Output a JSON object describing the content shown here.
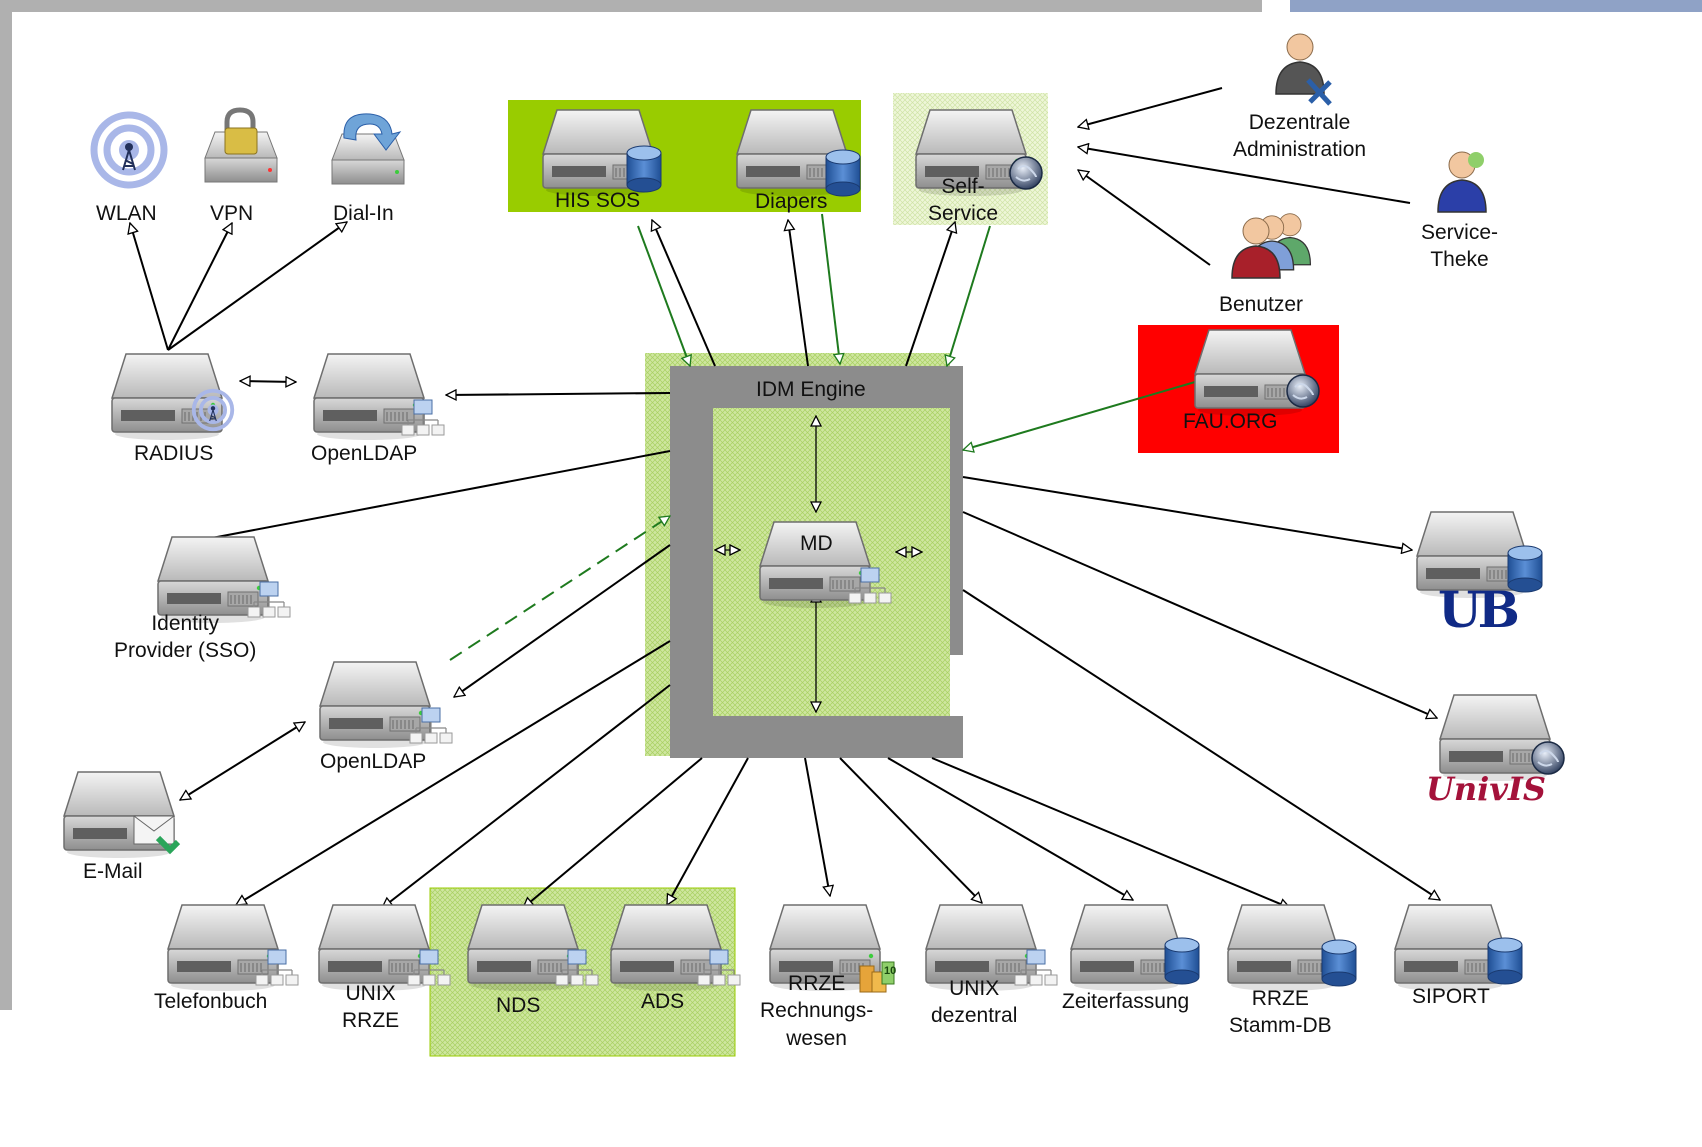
{
  "engine": {
    "title": "IDM Engine",
    "core": "MD"
  },
  "access": {
    "wlan": "WLAN",
    "vpn": "VPN",
    "dialin": "Dial-In",
    "radius": "RADIUS",
    "openldap_top": "OpenLDAP"
  },
  "left": {
    "idp_line1": "Identity",
    "idp_line2": "Provider (SSO)",
    "openldap_mid": "OpenLDAP",
    "email": "E-Mail"
  },
  "sources": {
    "his_sos": "HIS SOS",
    "diapers": "Diapers",
    "self_line1": "Self-",
    "self_line2": "Service",
    "fau_org": "FAU.ORG"
  },
  "actors": {
    "dez_line1": "Dezentrale",
    "dez_line2": "Administration",
    "service_line1": "Service-",
    "service_line2": "Theke",
    "benutzer": "Benutzer"
  },
  "right": {
    "ub_logo": "UB",
    "univis_logo": "UnivIS"
  },
  "bottom": {
    "telefonbuch": "Telefonbuch",
    "unix_rrze_line1": "UNIX",
    "unix_rrze_line2": "RRZE",
    "nds": "NDS",
    "ads": "ADS",
    "rw_line1": "RRZE",
    "rw_line2": "Rechnungs-",
    "rw_line3": "wesen",
    "unix_dez_line1": "UNIX",
    "unix_dez_line2": "dezentral",
    "zeiterfassung": "Zeiterfassung",
    "stamm_line1": "RRZE",
    "stamm_line2": "Stamm-DB",
    "siport": "SIPORT"
  },
  "colors": {
    "green_box": "#99cc00",
    "hatch_green": "#c6e28a",
    "red_box": "#ff0000",
    "engine_grey": "#8c8c8c",
    "frame_grey": "#b0b0b0",
    "sync_arrow": "#1e7a1e",
    "db_blue": "#2b5fa8",
    "ub_blue": "#102a86",
    "univis_red": "#a4123a"
  },
  "icons": [
    "server-icon",
    "database-icon",
    "globe-icon",
    "network-icon",
    "wifi-icon",
    "lock-icon",
    "dialin-arrow-icon",
    "mail-icon",
    "coins-icon",
    "admin-person-icon",
    "hotline-person-icon",
    "users-group-icon"
  ]
}
